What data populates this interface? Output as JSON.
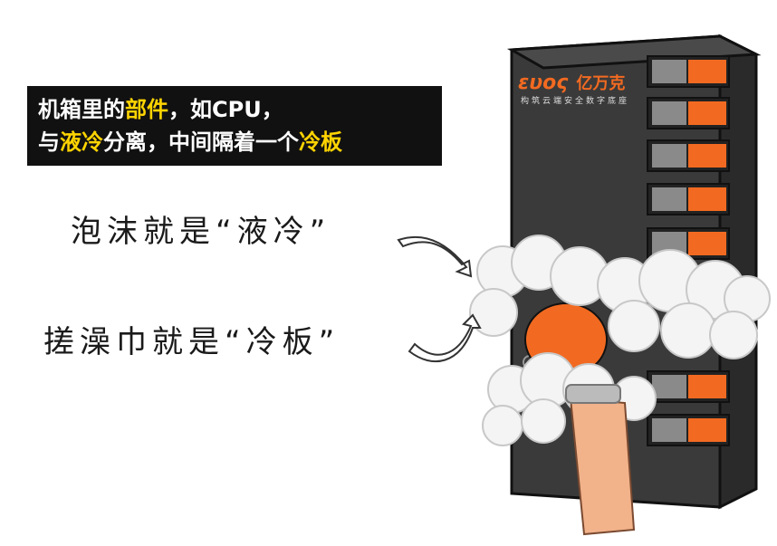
{
  "caption": {
    "line1": {
      "before": "机箱里的",
      "highlight": "部件",
      "after": "，如CPU，"
    },
    "line2": {
      "p1": "与",
      "h1": "液冷",
      "p2": "分离，中间隔着一个",
      "h2": "冷板"
    }
  },
  "labels": {
    "foam": "泡沫就是“液冷”",
    "towel": "搓澡巾就是“冷板”"
  },
  "logo": {
    "mark": "ευος",
    "name_cn": "亿万克",
    "tagline": "构筑云端安全数字底座"
  },
  "colors": {
    "highlight": "#ffd400",
    "accent_orange": "#f26a21",
    "server_dark": "#3a3a3a"
  }
}
